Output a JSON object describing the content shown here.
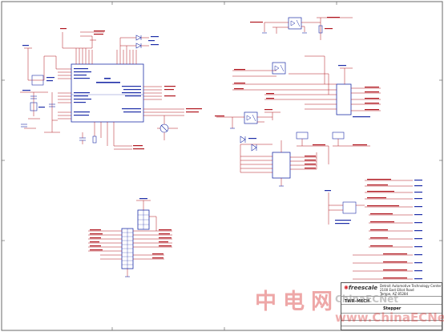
{
  "colors": {
    "wire": "#b0171f",
    "component": "#1f2fa8",
    "border": "#6a6a6a",
    "watermark": "#d62d2d",
    "label": "#1a1a6e"
  },
  "title_block": {
    "company": "freescale",
    "center_line1": "Detroit Automotive Technology Center",
    "center_line2": "2100 East Elliot Road",
    "center_line3": "Tempe, AZ 85284",
    "project": "TWR-MECH",
    "sheet_title": "Stepper"
  },
  "watermark": {
    "chinese_text": "中电网",
    "site_text": "ChinaECNet",
    "url_text": "www.ChinaECNet.com"
  }
}
